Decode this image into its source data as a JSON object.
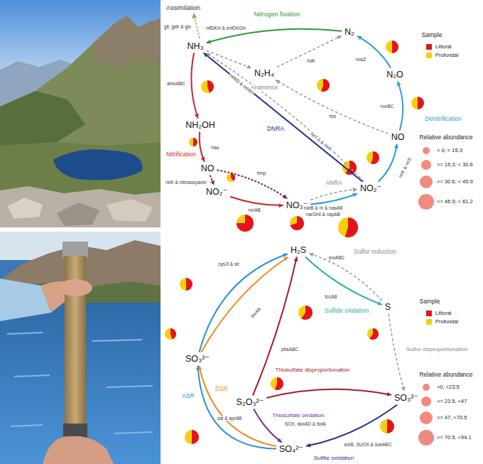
{
  "diagram": {
    "nodes": [
      {
        "text": [
          "NH₃"
        ]
      },
      {
        "text": [
          "N₂"
        ]
      },
      {
        "text": [
          "N₂O"
        ]
      },
      {
        "text": [
          "N₂H₄"
        ]
      },
      {
        "text": [
          "NO"
        ]
      },
      {
        "text": [
          "NH₂OH"
        ]
      },
      {
        "text": [
          "NO"
        ]
      },
      {
        "text": [
          "NO₂⁻"
        ]
      },
      {
        "text": [
          "NO₃⁻"
        ]
      },
      {
        "text": [
          "NO₂⁻"
        ]
      },
      {
        "text": [
          "H₂S"
        ]
      },
      {
        "text": [
          "S"
        ]
      },
      {
        "text": [
          "SO₃²⁻"
        ]
      },
      {
        "text": [
          "S₂O₃²⁻"
        ]
      },
      {
        "text": [
          "SO₃²⁻"
        ]
      },
      {
        "text": [
          "SO₄²⁻"
        ]
      }
    ],
    "edges": [
      {
        "from": 1,
        "to": 0,
        "arrow": "to",
        "label": "nifDKH & vnfDKGH"
      },
      {
        "from": 0,
        "to": 5,
        "arrow": "to",
        "label": "amoABC"
      },
      {
        "from": 5,
        "to": 6,
        "arrow": "to",
        "label": "hao"
      },
      {
        "from": 6,
        "to": 7,
        "arrow": "to",
        "label": "nirK & nitrosocyanin"
      },
      {
        "from": 6,
        "to": 8,
        "arrow": "to",
        "label": "hmp"
      },
      {
        "from": 7,
        "to": 8,
        "arrow": "to",
        "label": "nxrAB"
      },
      {
        "from": 8,
        "to": 9,
        "arrow": "to",
        "label": "narB & nr & nasAB"
      },
      {
        "from": 8,
        "to": 9,
        "arrow": "to",
        "label": "narGHI & napAB"
      },
      {
        "from": 9,
        "to": 0,
        "arrow": "to",
        "label": "nirBD & nrfAH"
      },
      {
        "from": 9,
        "to": 0,
        "arrow": "to",
        "label": "NIT-6 & nirA"
      },
      {
        "from": 9,
        "to": 4,
        "arrow": "to",
        "label": "nirK & nirS"
      },
      {
        "from": 4,
        "to": 2,
        "arrow": "to",
        "label": "norBC"
      },
      {
        "from": 2,
        "to": 1,
        "arrow": "to",
        "label": "nosZ"
      },
      {
        "from": 4,
        "to": 3,
        "arrow": "to",
        "label": "hzs"
      },
      {
        "from": 3,
        "to": 1,
        "arrow": "to",
        "label": "hdh"
      },
      {
        "from": 0,
        "to": 3,
        "arrow": "to"
      },
      {
        "from": 12,
        "to": 10,
        "arrow": "to",
        "label": "cysJI & sir"
      },
      {
        "from": 12,
        "to": 10,
        "arrow": "to",
        "label": "dsrAB"
      },
      {
        "from": 15,
        "to": 12,
        "arrow": "to"
      },
      {
        "from": 15,
        "to": 12,
        "arrow": "to",
        "label": "sat & aprAB"
      },
      {
        "from": 10,
        "to": 11,
        "arrow": "to",
        "label": "fccAB"
      },
      {
        "from": 11,
        "to": 10,
        "arrow": "to",
        "label": "sreABC"
      },
      {
        "from": 11,
        "to": 14,
        "arrow": "to"
      },
      {
        "from": 13,
        "to": 10,
        "arrow": "to",
        "label": "phsABC"
      },
      {
        "from": 13,
        "to": 14,
        "arrow": "to"
      },
      {
        "from": 13,
        "to": 15,
        "arrow": "to",
        "label": "SOX, doxAD & tsdA"
      },
      {
        "from": 14,
        "to": 15,
        "arrow": "to",
        "label": "sorB, SUOX & soeABC"
      }
    ],
    "labels": [
      "Assimilation",
      "glt, gdh & gln",
      "Nitrogen fixation",
      "Anammox",
      "Nitrification",
      "Denitrification",
      "DNRA",
      "ANRA",
      "Sample",
      "Relative abundance",
      "Sulfur reduction",
      "Sulfide oxidation",
      "Sulfur disproportionation",
      "Thiosulfate disproportionation",
      "Thiosulfate oxidation",
      "Sulfite oxidation",
      "ASR",
      "DSR",
      "Sample",
      "Relative abundance"
    ],
    "legend": [
      {
        "text": "Littoral",
        "color": "#e3141c"
      },
      {
        "text": "Profundal",
        "color": "#f5cf0a"
      },
      {
        "text": "> 0; < 15.3"
      },
      {
        "text": ">= 15.3; < 30.6"
      },
      {
        "text": ">= 30.6; < 45.9"
      },
      {
        "text": ">= 45.9; < 61.2"
      },
      {
        "text": "Littoral",
        "color": "#e3141c"
      },
      {
        "text": "Profundal",
        "color": "#f5cf0a"
      },
      {
        "text": ">0, <23.5"
      },
      {
        "text": ">= 23.5, <47"
      },
      {
        "text": ">= 47, <70.5"
      },
      {
        "text": ">= 70.5, <94.1"
      }
    ]
  }
}
